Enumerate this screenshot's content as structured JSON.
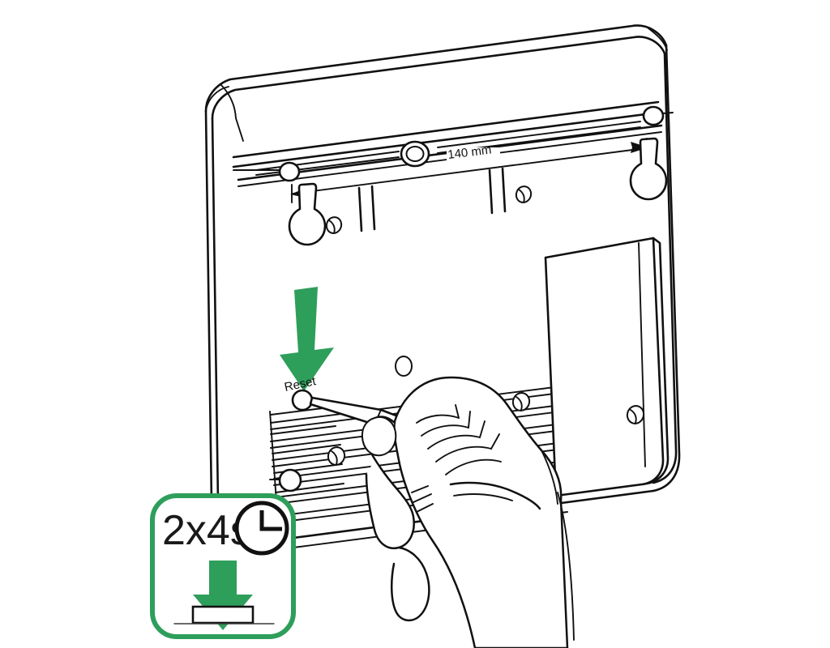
{
  "illustration": {
    "type": "technical-line-drawing",
    "subject": "Wall-mounted device rear housing with reset button",
    "background_color": "#ffffff",
    "line_color": "#111111",
    "accent_color": "#2e9e5b"
  },
  "device": {
    "name": "device-rear-housing",
    "panel_name": "battery-cover-panel",
    "vents_name": "ventilation-louvers"
  },
  "labels": {
    "dimension": "140 mm",
    "reset": "Reset"
  },
  "callout": {
    "name": "press-duration-callout",
    "border_color": "#2e9e5b",
    "duration_text": "2x4s",
    "clock_icon": "clock-icon",
    "arrow_icon": "down-arrow-icon",
    "button_icon": "push-button-icon"
  },
  "arrows": {
    "pointer_color": "#2e9e5b",
    "pointer_name": "green-down-arrow-pointer"
  },
  "hand": {
    "name": "hand-holding-stylus",
    "tool": "stylus-pin"
  }
}
